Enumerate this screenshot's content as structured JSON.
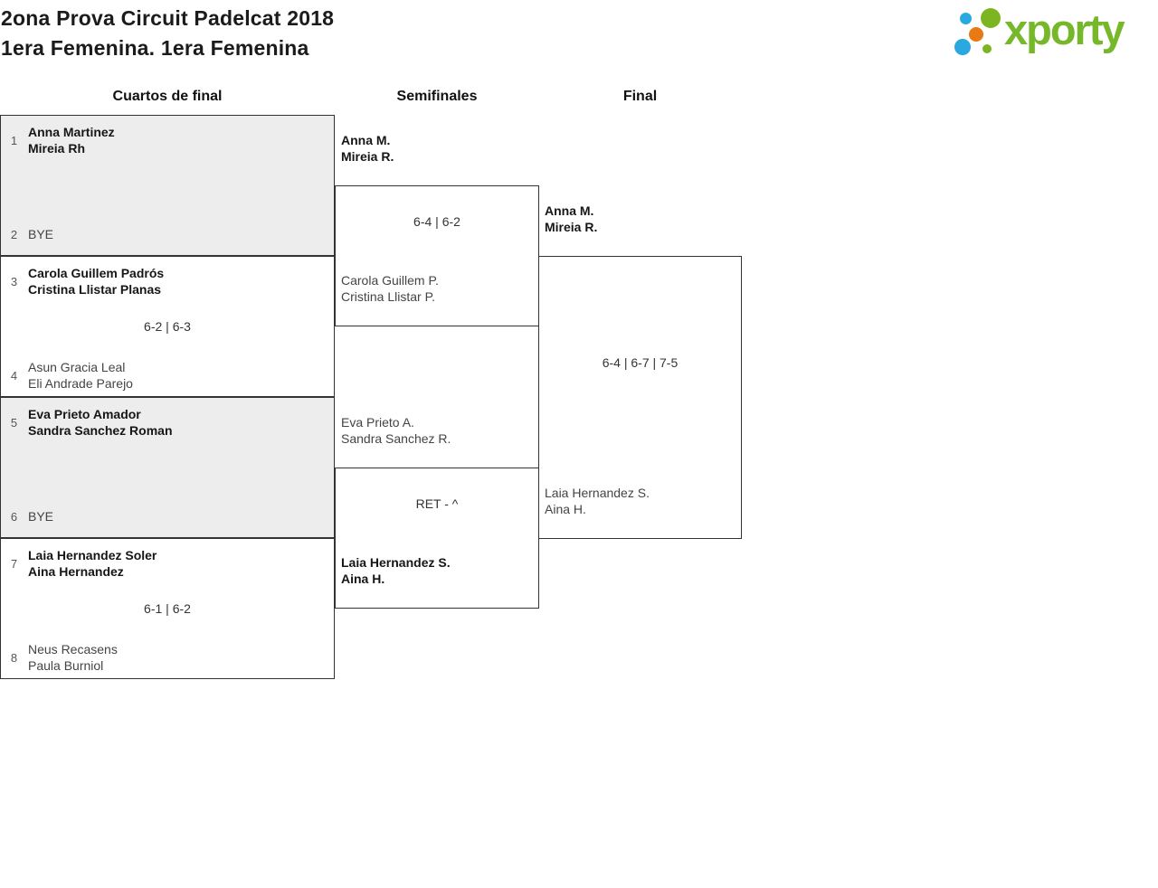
{
  "header": {
    "title_line1": "2ona Prova Circuit Padelcat 2018",
    "title_line2": "1era Femenina. 1era Femenina",
    "logo_text": "xporty",
    "brand_colors": {
      "green": "#76b82a",
      "blue": "#29a9e0",
      "orange": "#e87a16"
    }
  },
  "rounds": {
    "quarterfinals": "Cuartos de final",
    "semifinals": "Semifinales",
    "final": "Final"
  },
  "bracket": {
    "quarterfinals": [
      {
        "seed1": "1",
        "team1_line1": "Anna Martinez",
        "team1_line2": "Mireia Rh",
        "score": "",
        "seed2": "2",
        "team2_line1": "BYE",
        "team2_line2": ""
      },
      {
        "seed1": "3",
        "team1_line1": "Carola Guillem Padrós",
        "team1_line2": "Cristina Llistar Planas",
        "score": "6-2 | 6-3",
        "seed2": "4",
        "team2_line1": "Asun Gracia Leal",
        "team2_line2": "Eli Andrade Parejo"
      },
      {
        "seed1": "5",
        "team1_line1": "Eva Prieto Amador",
        "team1_line2": "Sandra Sanchez Roman",
        "score": "",
        "seed2": "6",
        "team2_line1": "BYE",
        "team2_line2": ""
      },
      {
        "seed1": "7",
        "team1_line1": "Laia Hernandez Soler",
        "team1_line2": "Aina Hernandez",
        "score": "6-1 | 6-2",
        "seed2": "8",
        "team2_line1": "Neus Recasens",
        "team2_line2": "Paula Burniol"
      }
    ],
    "semifinals": [
      {
        "team1_line1": "Anna M.",
        "team1_line2": "Mireia R.",
        "score": "6-4 | 6-2",
        "team2_line1": "Carola Guillem P.",
        "team2_line2": "Cristina Llistar P."
      },
      {
        "team1_line1": "Eva Prieto A.",
        "team1_line2": "Sandra Sanchez R.",
        "score": "RET - ^",
        "team2_line1": "Laia Hernandez S.",
        "team2_line2": "Aina H."
      }
    ],
    "final": {
      "team1_line1": "Anna M.",
      "team1_line2": "Mireia R.",
      "score": "6-4 | 6-7 | 7-5",
      "team2_line1": "Laia Hernandez S.",
      "team2_line2": "Aina H."
    }
  }
}
